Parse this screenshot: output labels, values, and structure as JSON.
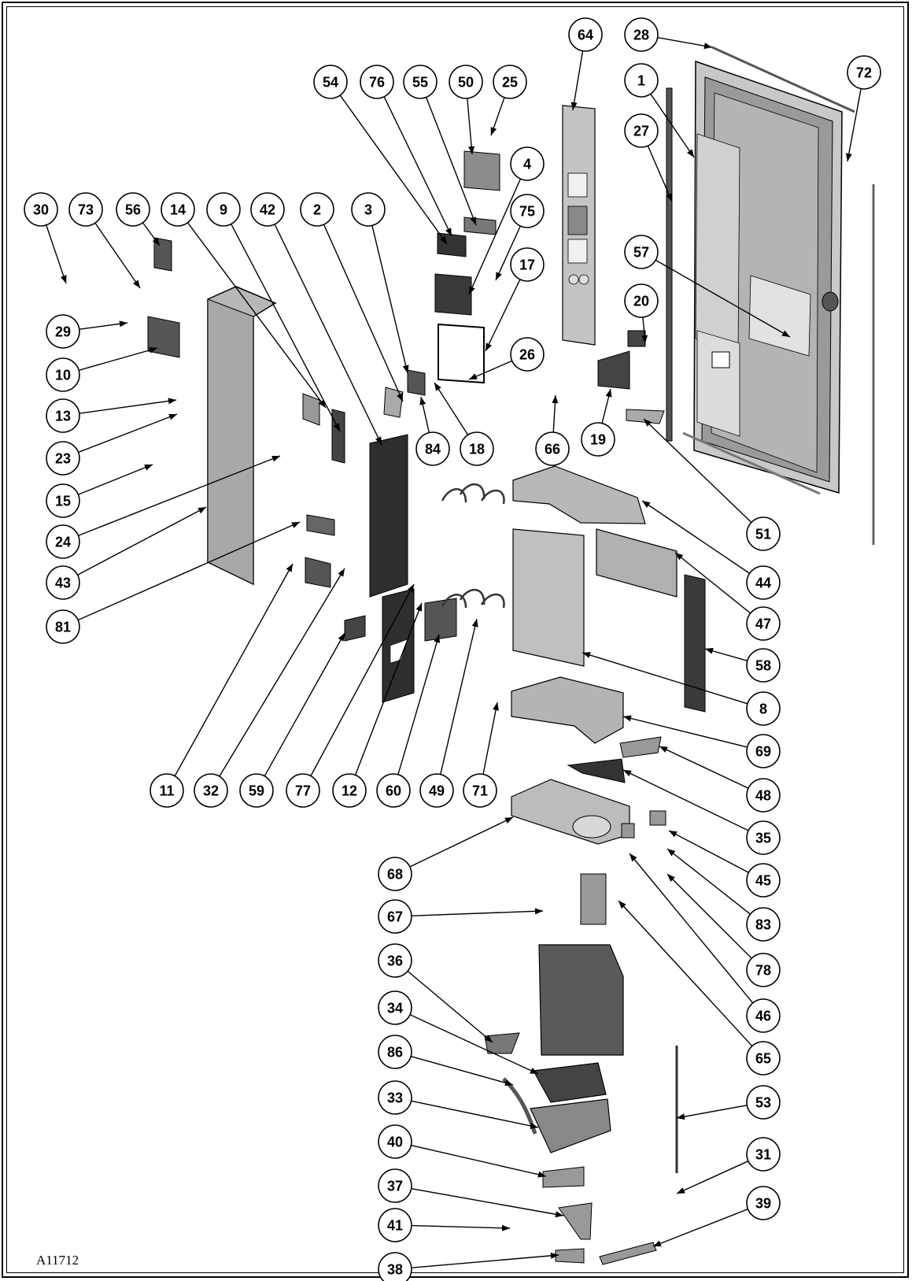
{
  "figure_id": "A11712",
  "callouts": [
    {
      "id": "1",
      "label": "1"
    },
    {
      "id": "2",
      "label": "2"
    },
    {
      "id": "3",
      "label": "3"
    },
    {
      "id": "4",
      "label": "4"
    },
    {
      "id": "8",
      "label": "8"
    },
    {
      "id": "9",
      "label": "9"
    },
    {
      "id": "10",
      "label": "10"
    },
    {
      "id": "11",
      "label": "11"
    },
    {
      "id": "12",
      "label": "12"
    },
    {
      "id": "13",
      "label": "13"
    },
    {
      "id": "14",
      "label": "14"
    },
    {
      "id": "15",
      "label": "15"
    },
    {
      "id": "17",
      "label": "17"
    },
    {
      "id": "18",
      "label": "18"
    },
    {
      "id": "19",
      "label": "19"
    },
    {
      "id": "20",
      "label": "20"
    },
    {
      "id": "23",
      "label": "23"
    },
    {
      "id": "24",
      "label": "24"
    },
    {
      "id": "25",
      "label": "25"
    },
    {
      "id": "26",
      "label": "26"
    },
    {
      "id": "27",
      "label": "27"
    },
    {
      "id": "28",
      "label": "28"
    },
    {
      "id": "29",
      "label": "29"
    },
    {
      "id": "30",
      "label": "30"
    },
    {
      "id": "31",
      "label": "31"
    },
    {
      "id": "32",
      "label": "32"
    },
    {
      "id": "33",
      "label": "33"
    },
    {
      "id": "34",
      "label": "34"
    },
    {
      "id": "35",
      "label": "35"
    },
    {
      "id": "36",
      "label": "36"
    },
    {
      "id": "37",
      "label": "37"
    },
    {
      "id": "38",
      "label": "38"
    },
    {
      "id": "39",
      "label": "39"
    },
    {
      "id": "40",
      "label": "40"
    },
    {
      "id": "41",
      "label": "41"
    },
    {
      "id": "42",
      "label": "42"
    },
    {
      "id": "43",
      "label": "43"
    },
    {
      "id": "44",
      "label": "44"
    },
    {
      "id": "45",
      "label": "45"
    },
    {
      "id": "46",
      "label": "46"
    },
    {
      "id": "47",
      "label": "47"
    },
    {
      "id": "48",
      "label": "48"
    },
    {
      "id": "49",
      "label": "49"
    },
    {
      "id": "50",
      "label": "50"
    },
    {
      "id": "51",
      "label": "51"
    },
    {
      "id": "53",
      "label": "53"
    },
    {
      "id": "54",
      "label": "54"
    },
    {
      "id": "55",
      "label": "55"
    },
    {
      "id": "56",
      "label": "56"
    },
    {
      "id": "57",
      "label": "57"
    },
    {
      "id": "58",
      "label": "58"
    },
    {
      "id": "59",
      "label": "59"
    },
    {
      "id": "60",
      "label": "60"
    },
    {
      "id": "64",
      "label": "64"
    },
    {
      "id": "65",
      "label": "65"
    },
    {
      "id": "66",
      "label": "66"
    },
    {
      "id": "67",
      "label": "67"
    },
    {
      "id": "68",
      "label": "68"
    },
    {
      "id": "69",
      "label": "69"
    },
    {
      "id": "71",
      "label": "71"
    },
    {
      "id": "72",
      "label": "72"
    },
    {
      "id": "73",
      "label": "73"
    },
    {
      "id": "75",
      "label": "75"
    },
    {
      "id": "76",
      "label": "76"
    },
    {
      "id": "77",
      "label": "77"
    },
    {
      "id": "78",
      "label": "78"
    },
    {
      "id": "81",
      "label": "81"
    },
    {
      "id": "83",
      "label": "83"
    },
    {
      "id": "84",
      "label": "84"
    },
    {
      "id": "86",
      "label": "86"
    }
  ],
  "colors": {
    "line": "#000000",
    "part_light": "#c8c8c8",
    "part_mid": "#a9a9a9",
    "part_dark": "#4a4a4a",
    "part_black": "#262626"
  }
}
